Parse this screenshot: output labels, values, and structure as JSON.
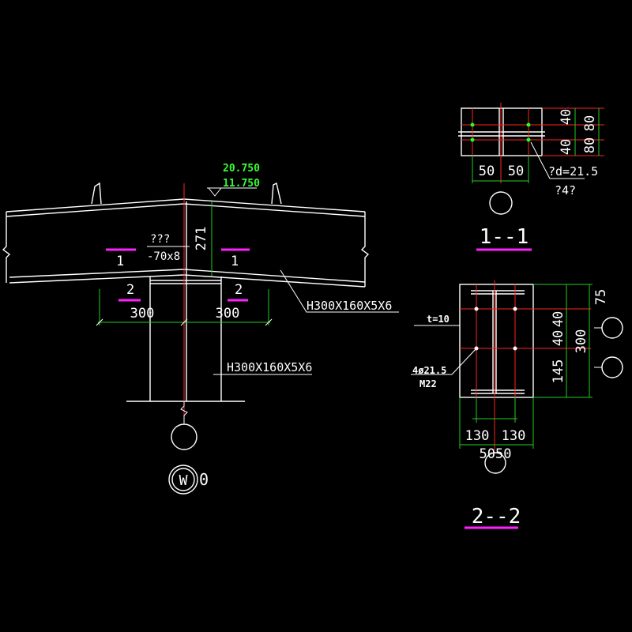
{
  "elevation": {
    "top": "20.750",
    "bottom": "11.750"
  },
  "main_view": {
    "plate_note": "???",
    "plate_size": "-70x8",
    "height_dim": "271",
    "left_dim": "300",
    "right_dim": "300",
    "section_mark_1": "1",
    "section_mark_2": "2",
    "beam_label": "H300X160X5X6",
    "column_label": "H300X160X5X6",
    "view_symbol": "W",
    "view_symbol_suffix": "0"
  },
  "section_1": {
    "dim_left": "50",
    "dim_right": "50",
    "dim_v1": "40",
    "dim_v2": "40",
    "dim_v3": "80",
    "dim_v4": "80",
    "bolt_note": "?d=21.5",
    "bolt_count": "?4?",
    "title": "1--1"
  },
  "section_2": {
    "thickness": "t=10",
    "bolt_note": "4ø21.5",
    "bolt_size": "M22",
    "dim_top": "75",
    "dim_40a": "40",
    "dim_40b": "40",
    "dim_300": "300",
    "dim_145": "145",
    "dim_130a": "130",
    "dim_130b": "130",
    "dim_bottom": "5050",
    "title": "2--2"
  },
  "colors": {
    "white": "#ffffff",
    "green": "#22cc22",
    "red": "#ff2222",
    "magenta": "#ff22ff",
    "text_green": "#33ff33"
  }
}
